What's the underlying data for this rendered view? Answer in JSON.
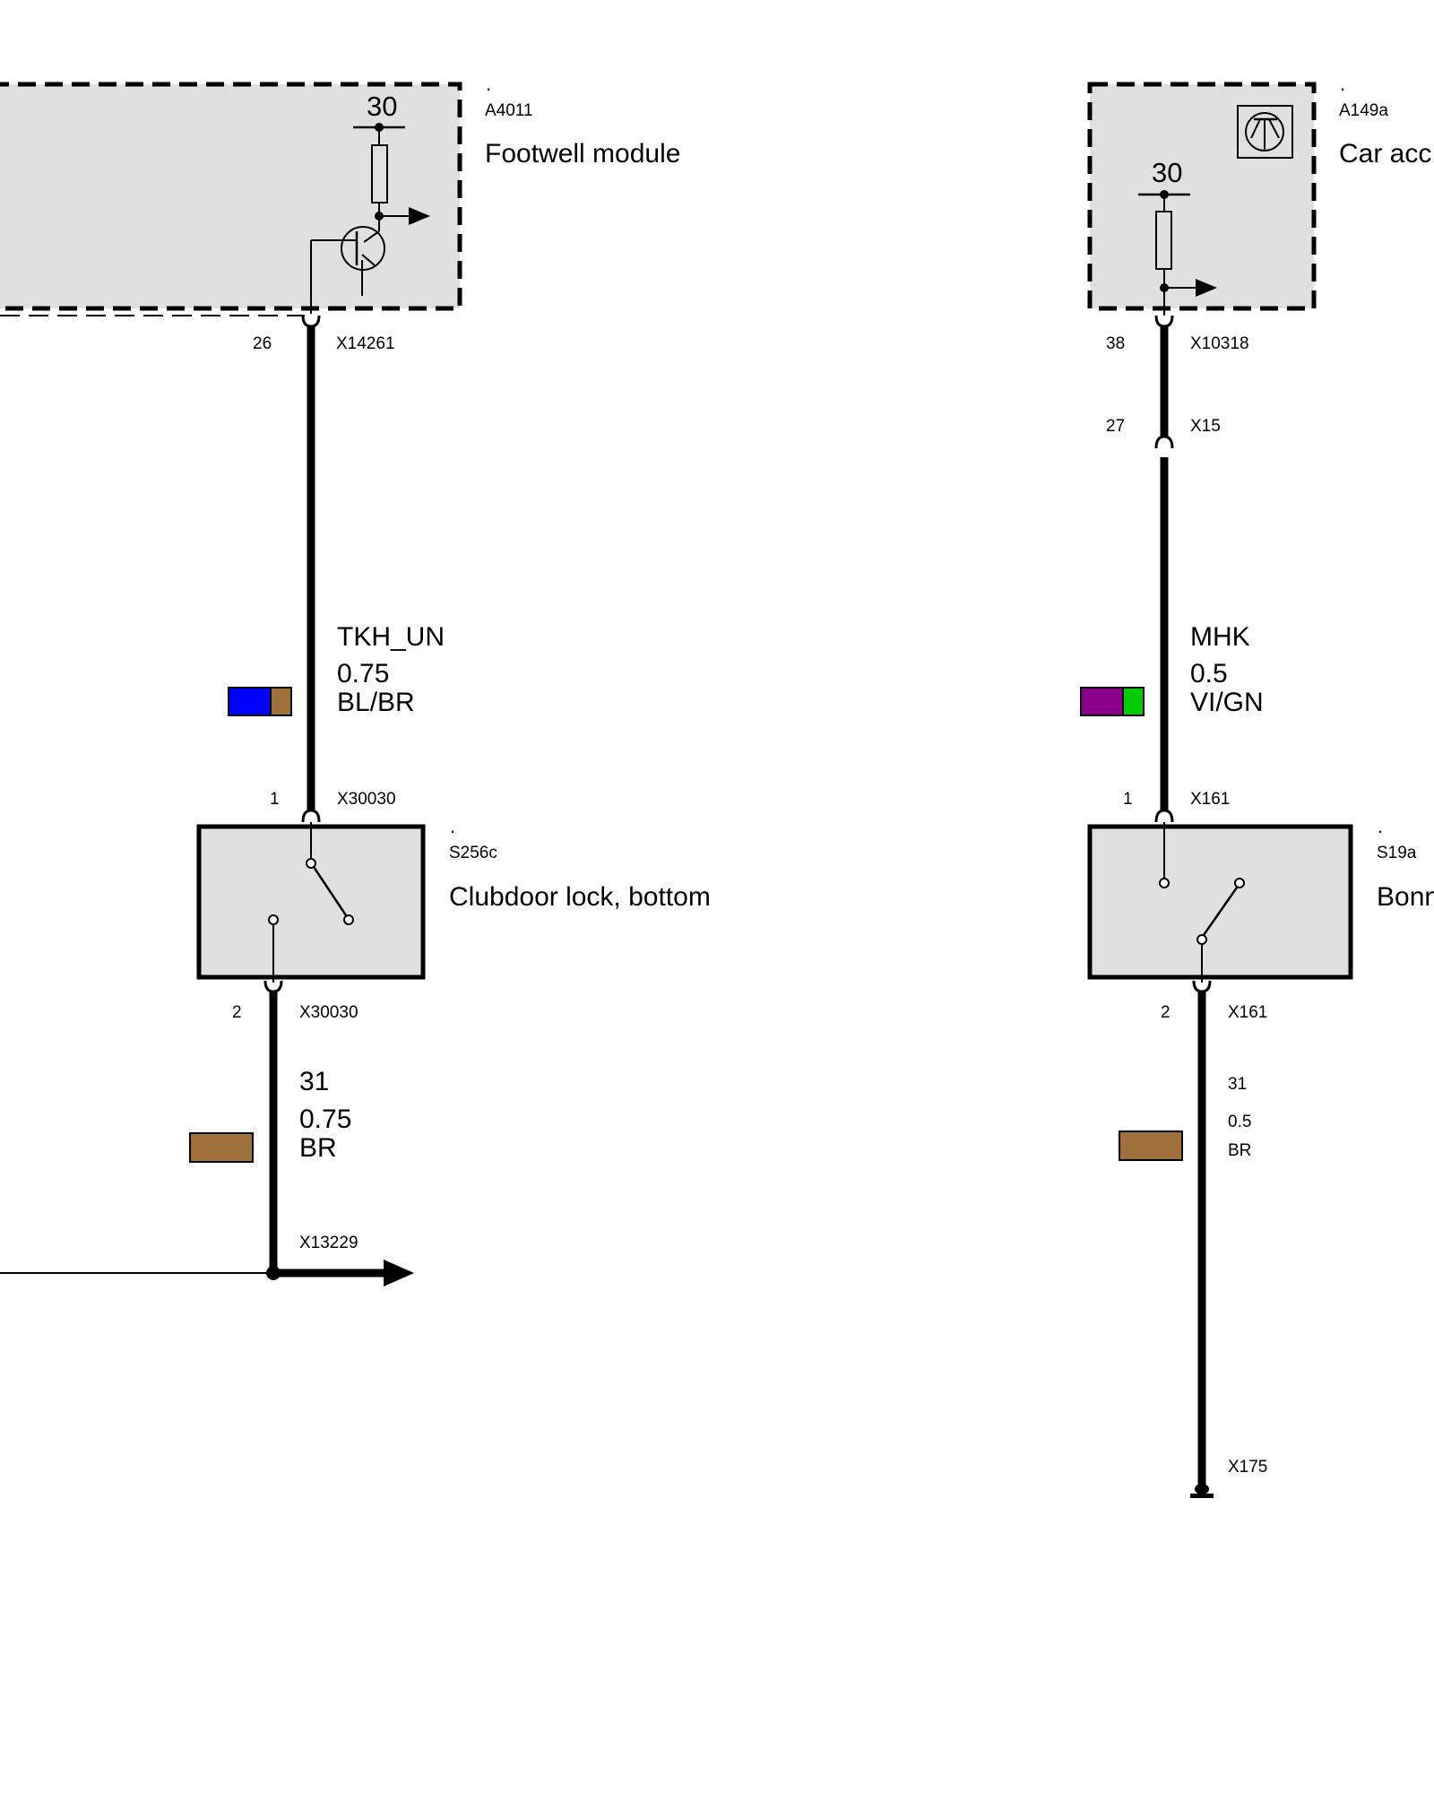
{
  "components": {
    "a4011": {
      "dot": ".",
      "code": "A4011",
      "name": "Footwell module",
      "terminal": "30"
    },
    "a149a": {
      "dot": ".",
      "code": "A149a",
      "name": "Car acc",
      "terminal": "30"
    },
    "s256c": {
      "dot": ".",
      "code": "S256c",
      "name": "Clubdoor lock, bottom"
    },
    "s19a": {
      "dot": ".",
      "code": "S19a",
      "name": "Bonn"
    }
  },
  "connectors": {
    "x14261": {
      "pin": "26",
      "name": "X14261"
    },
    "x10318": {
      "pin": "38",
      "name": "X10318"
    },
    "x15": {
      "pin": "27",
      "name": "X15"
    },
    "x30030_top": {
      "pin": "1",
      "name": "X30030"
    },
    "x30030_bottom": {
      "pin": "2",
      "name": "X30030"
    },
    "x161_top": {
      "pin": "1",
      "name": "X161"
    },
    "x161_bottom": {
      "pin": "2",
      "name": "X161"
    },
    "x13229": {
      "name": "X13229"
    },
    "x175": {
      "name": "X175"
    }
  },
  "wires": {
    "tkh_un": {
      "signal": "TKH_UN",
      "size": "0.75",
      "color_code": "BL/BR",
      "colors": [
        "#0000ff",
        "#a0703a"
      ]
    },
    "mhk": {
      "signal": "MHK",
      "size": "0.5",
      "color_code": "VI/GN",
      "colors": [
        "#8b008b",
        "#00cc00"
      ]
    },
    "ground_left": {
      "signal": "31",
      "size": "0.75",
      "color_code": "BR",
      "colors": [
        "#a0703a"
      ]
    },
    "ground_right": {
      "signal": "31",
      "size": "0.5",
      "color_code": "BR",
      "colors": [
        "#a0703a"
      ]
    }
  },
  "colors": {
    "box_fill": "#e0e0e0",
    "line": "#000000"
  }
}
